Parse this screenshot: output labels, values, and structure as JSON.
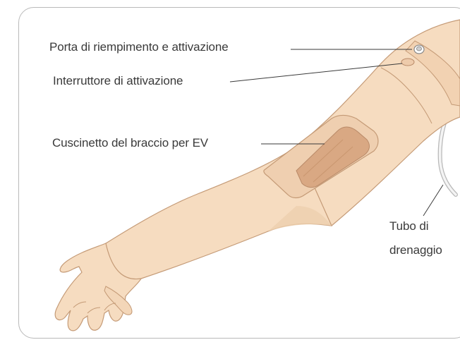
{
  "labels": {
    "fill_port": "Porta di riempimento e attivazione",
    "activation_switch": "Interruttore di attivazione",
    "iv_arm_pad": "Cuscinetto del braccio per EV",
    "drain_tube_line1": "Tubo di",
    "drain_tube_line2": "drenaggio"
  },
  "colors": {
    "skin": "#f6dcc0",
    "skin_shadow": "#e8c4a0",
    "skin_outline": "#c49a76",
    "pad": "#d9a883",
    "pad_border": "#efcfb0",
    "leader_line": "#3a3a3a",
    "tube": "#f4f4f4",
    "frame_border": "#b9b9b9"
  }
}
